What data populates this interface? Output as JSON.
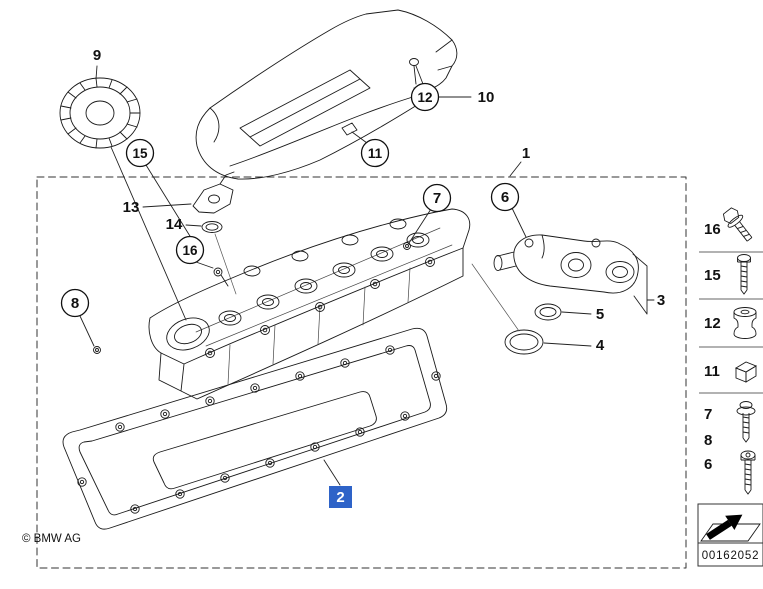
{
  "colors": {
    "highlight": "#2E63C8",
    "line": "#1a1a1a"
  },
  "copyright": "© BMW AG",
  "drawing_number": "00162052",
  "selected_part": "2",
  "callouts": {
    "n1": "1",
    "n2": "2",
    "n3": "3",
    "n4": "4",
    "n5": "5",
    "n6": "6",
    "n7": "7",
    "n8": "8",
    "n9": "9",
    "n10": "10",
    "n11": "11",
    "n12": "12",
    "n13": "13",
    "n14": "14",
    "n15": "15",
    "n16": "16"
  },
  "legend": {
    "items": [
      {
        "label": "16",
        "icon": "flange-bolt-icon"
      },
      {
        "label": "15",
        "icon": "screw-icon"
      },
      {
        "label": "12",
        "icon": "grommet-icon"
      },
      {
        "label": "11",
        "icon": "spacer-clip-icon"
      },
      {
        "label": "7",
        "icon": "screw-washer-icon"
      },
      {
        "label": "8"
      },
      {
        "label": "6",
        "icon": "screw-icon"
      }
    ]
  }
}
